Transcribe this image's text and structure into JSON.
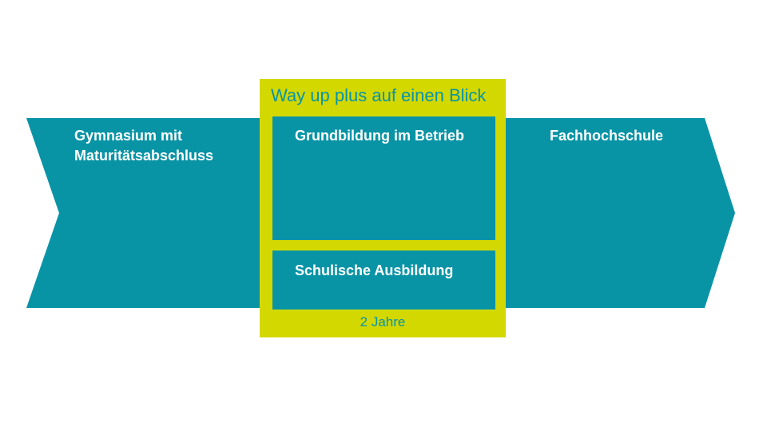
{
  "diagram": {
    "arrow": {
      "left_label_line1": "Gymnasium mit",
      "left_label_line2": "Maturitätsabschluss",
      "right_label": "Fachhochschule"
    },
    "panel": {
      "title": "Way up plus auf einen Blick",
      "boxes": [
        {
          "label": "Grundbildung im Betrieb"
        },
        {
          "label": "Schulische Ausbildung"
        }
      ],
      "duration": "2 Jahre"
    },
    "colors": {
      "teal": "#0994a6",
      "lime": "#d3d800",
      "label_text": "#ffffff"
    }
  }
}
